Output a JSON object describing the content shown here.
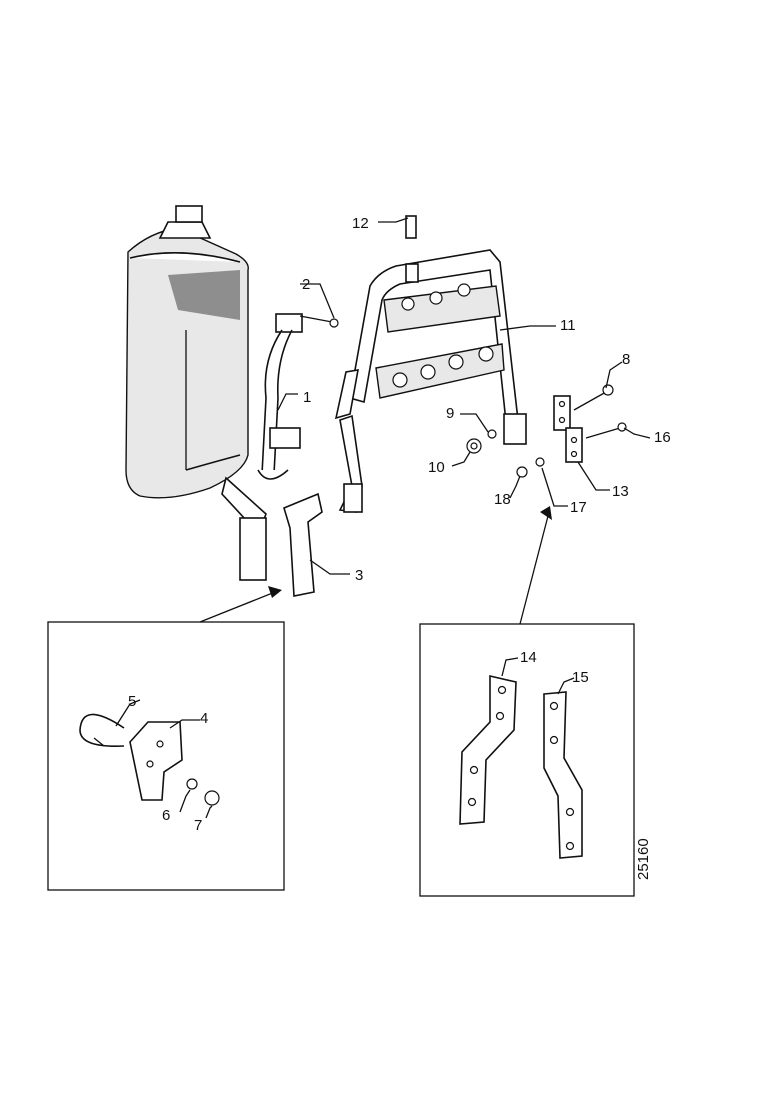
{
  "drawing_ref": "25160",
  "callouts": {
    "c1": "1",
    "c2": "2",
    "c3": "3",
    "c4": "4",
    "c5": "5",
    "c6": "6",
    "c7": "7",
    "c8": "8",
    "c9": "9",
    "c10": "10",
    "c11": "11",
    "c12": "12",
    "c13": "13",
    "c14": "14",
    "c15": "15",
    "c16": "16",
    "c17": "17",
    "c18": "18"
  }
}
